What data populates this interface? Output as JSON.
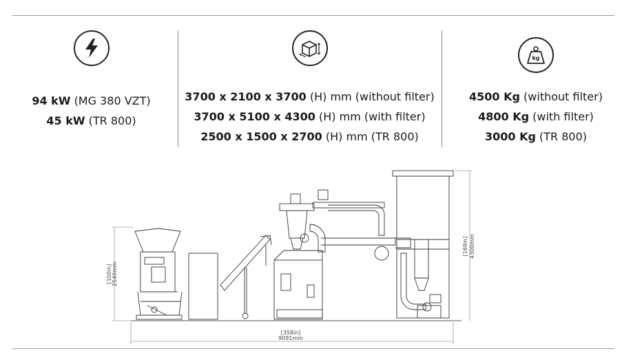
{
  "power": {
    "icon": "lightning-bolt-icon",
    "lines": [
      {
        "value": "94 kW",
        "note": "(MG 380 VZT)"
      },
      {
        "value": "45 kW",
        "note": " (TR 800)"
      }
    ]
  },
  "dimensions": {
    "icon": "box-dimensions-icon",
    "lines": [
      {
        "value": "3700 x 2100 x 3700",
        "note": "(H) mm  (without filter)"
      },
      {
        "value": "3700 x 5100 x 4300",
        "note": "(H) mm  (with filter)"
      },
      {
        "value": "2500 x 1500 x 2700",
        "note": "(H) mm  (TR 800)"
      }
    ]
  },
  "weight": {
    "icon": "weight-kg-icon",
    "icon_label": "kg",
    "lines": [
      {
        "value": "4500 Kg",
        "note": "(without filter)"
      },
      {
        "value": "4800 Kg",
        "note": "(with filter)"
      },
      {
        "value": "3000 Kg",
        "note": "(TR 800)"
      }
    ]
  },
  "drawing": {
    "left_height_in": "[100in]",
    "left_height_mm": "2540mm",
    "right_height_in": "[169in]",
    "right_height_mm": "4300mm",
    "total_length_in": "[358in]",
    "total_length_mm": "9091mm"
  }
}
